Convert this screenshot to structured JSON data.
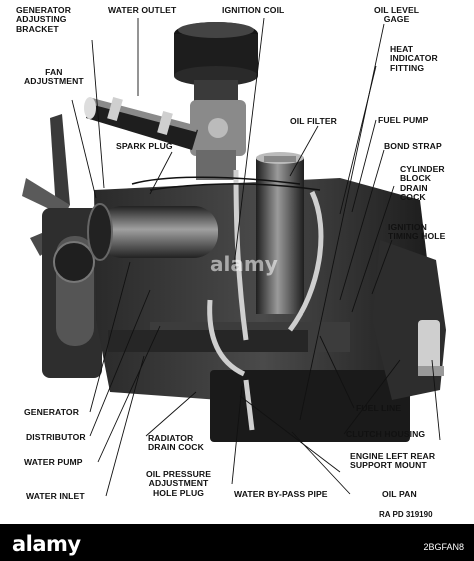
{
  "labels": {
    "generator_adjusting_bracket": "GENERATOR\nADJUSTING\nBRACKET",
    "water_outlet": "WATER OUTLET",
    "ignition_coil": "IGNITION COIL",
    "oil_level_gage": "OIL LEVEL\nGAGE",
    "heat_indicator_fitting": "HEAT\nINDICATOR\nFITTING",
    "fan_adjustment": "FAN\nADJUSTMENT",
    "oil_filter": "OIL FILTER",
    "fuel_pump_top": "FUEL PUMP",
    "spark_plug": "SPARK PLUG",
    "bond_strap": "BOND STRAP",
    "cylinder_block_drain_cock": "CYLINDER\nBLOCK\nDRAIN\nCOCK",
    "ignition_timing_hole": "IGNITION\nTIMING HOLE",
    "generator": "GENERATOR",
    "distributor": "DISTRIBUTOR",
    "radiator_drain_cock": "RADIATOR\nDRAIN COCK",
    "water_pump": "WATER PUMP",
    "fuel_line": "FUEL LINE",
    "clutch_housing": "CLUTCH HOUSING",
    "engine_left_rear_support_mount": "ENGINE LEFT REAR\nSUPPORT MOUNT",
    "oil_pressure_adjustment_hole_plug": "OIL PRESSURE\nADJUSTMENT\nHOLE PLUG",
    "water_inlet": "WATER INLET",
    "water_by_pass_pipe": "WATER BY-PASS PIPE",
    "oil_pan": "OIL PAN"
  },
  "figure_code": "RA PD 319190",
  "footer": {
    "brand": "alamy",
    "stock_id": "2BGFAN8"
  },
  "watermark": "alamy",
  "colors": {
    "background": "#ffffff",
    "ink": "#111111",
    "footer_bar": "#000000"
  }
}
